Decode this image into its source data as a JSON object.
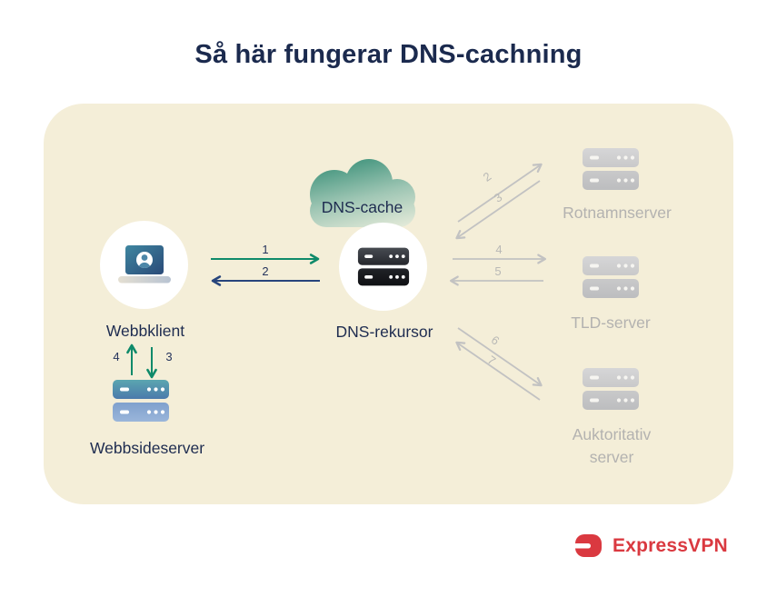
{
  "title": "Så här fungerar DNS-cachning",
  "nodes": {
    "client": {
      "label": "Webbklient"
    },
    "dns_cache": {
      "label": "DNS-cache"
    },
    "recursor": {
      "label": "DNS-rekursor"
    },
    "web_server": {
      "label": "Webbsideserver"
    },
    "root_server": {
      "label": "Rotnamnserver"
    },
    "tld_server": {
      "label": "TLD-server"
    },
    "authoritative_server": {
      "line1": "Auktoritativ",
      "line2": "server"
    }
  },
  "steps": {
    "client_to_recursor": "1",
    "recursor_to_client": "2",
    "client_to_webserver": "3",
    "webserver_to_client": "4",
    "recursor_to_root": "2",
    "root_to_recursor": "3",
    "recursor_to_tld": "4",
    "tld_to_recursor": "5",
    "recursor_to_auth": "6",
    "auth_to_recursor": "7"
  },
  "branding": {
    "wordmark": "ExpressVPN"
  },
  "colors": {
    "panel_background": "#f4eed8",
    "heading_text": "#1b2a4e",
    "query_arrow_green": "#0f8a6a",
    "response_arrow_navy": "#27457c",
    "inactive_gray": "#c2c2c2",
    "brand_red": "#da3940"
  }
}
